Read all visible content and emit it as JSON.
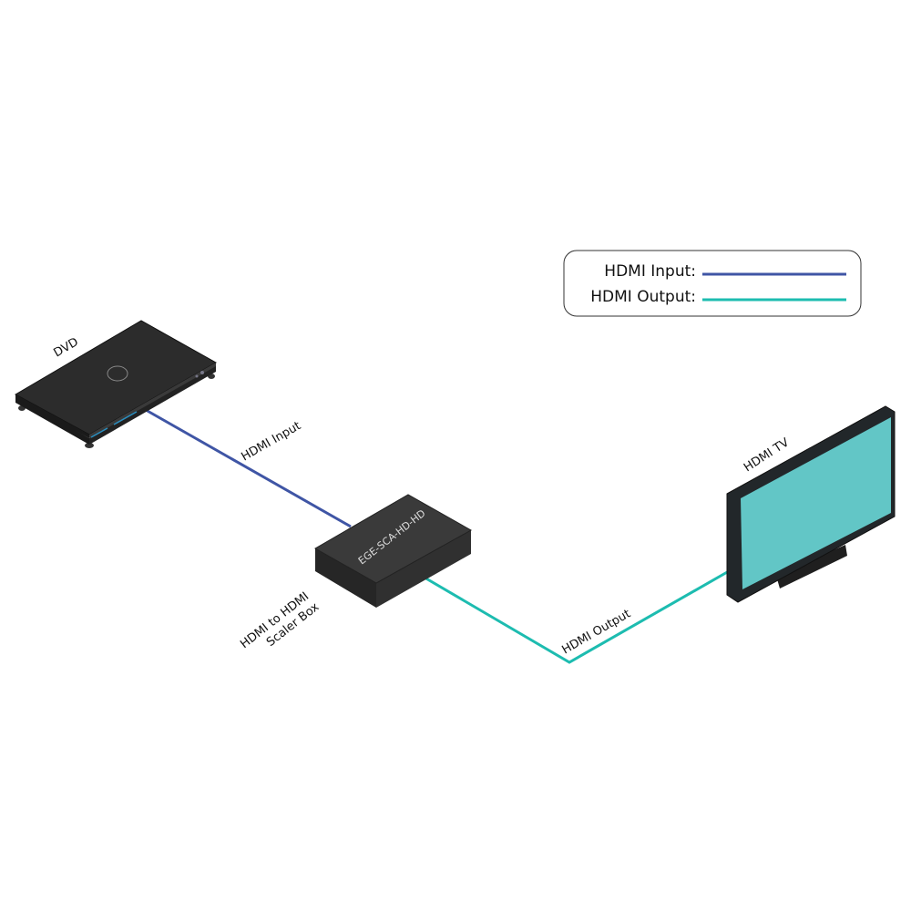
{
  "colors": {
    "hdmi_input": "#3f55a5",
    "hdmi_output": "#1dbcb0",
    "device": "#2b2b2b",
    "screen": "#62c6c6"
  },
  "legend": {
    "items": [
      {
        "label": "HDMI Input:",
        "color": "#3f55a5"
      },
      {
        "label": "HDMI Output:",
        "color": "#1dbcb0"
      }
    ]
  },
  "devices": {
    "dvd": {
      "label": "DVD"
    },
    "scaler": {
      "label_line1": "HDMI to HDMI",
      "label_line2": "Scaler Box",
      "model": "EGE-SCA-HD-HD"
    },
    "tv": {
      "label": "HDMI TV"
    }
  },
  "cables": {
    "input_label": "HDMI Input",
    "output_label": "HDMI Output"
  }
}
